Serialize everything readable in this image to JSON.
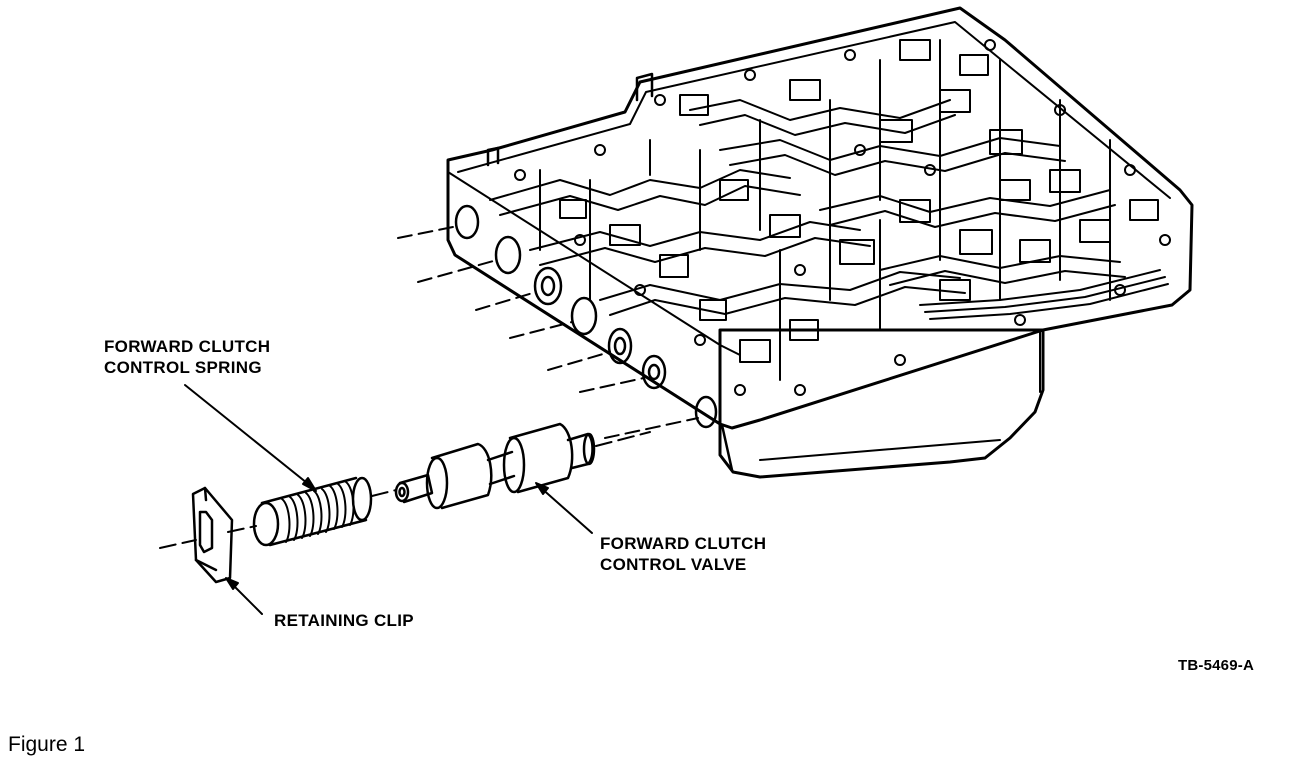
{
  "callouts": {
    "forward_clutch_control_spring": [
      "FORWARD CLUTCH",
      "CONTROL SPRING"
    ],
    "forward_clutch_control_valve": [
      "FORWARD CLUTCH",
      "CONTROL VALVE"
    ],
    "retaining_clip": "RETAINING CLIP"
  },
  "drawing_code": "TB-5469-A",
  "caption": "Figure 1",
  "colors": {
    "line": "#000000",
    "background": "#ffffff"
  }
}
